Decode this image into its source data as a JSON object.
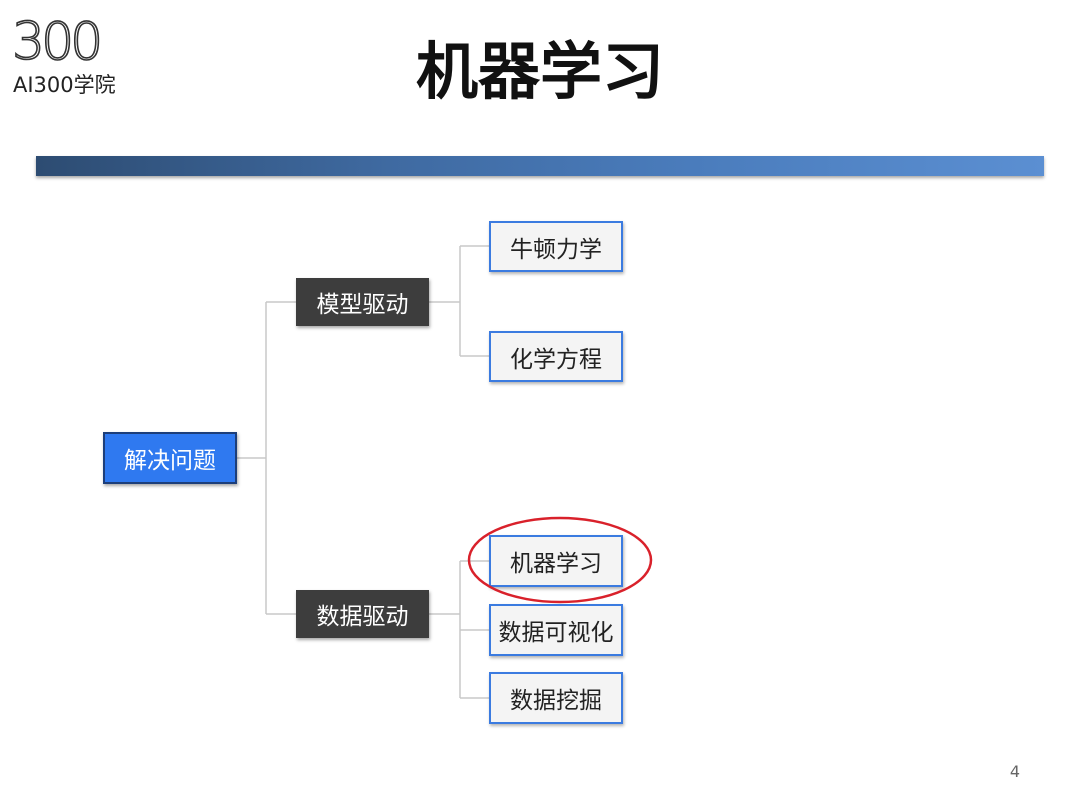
{
  "logo": {
    "number": "300",
    "text": "AI300学院"
  },
  "slide": {
    "title": "机器学习",
    "page_number": "4"
  },
  "tree": {
    "root": {
      "label": "解决问题"
    },
    "branches": [
      {
        "label": "模型驱动",
        "children": [
          "牛顿力学",
          "化学方程"
        ]
      },
      {
        "label": "数据驱动",
        "children": [
          "机器学习",
          "数据可视化",
          "数据挖掘"
        ]
      }
    ],
    "highlighted_node": "机器学习"
  },
  "colors": {
    "root_fill": "#2f79f0",
    "branch_fill": "#3d3d3d",
    "leaf_border": "#3b7be0",
    "highlight_ring": "#d9212b",
    "connector": "#c8c8c8"
  }
}
